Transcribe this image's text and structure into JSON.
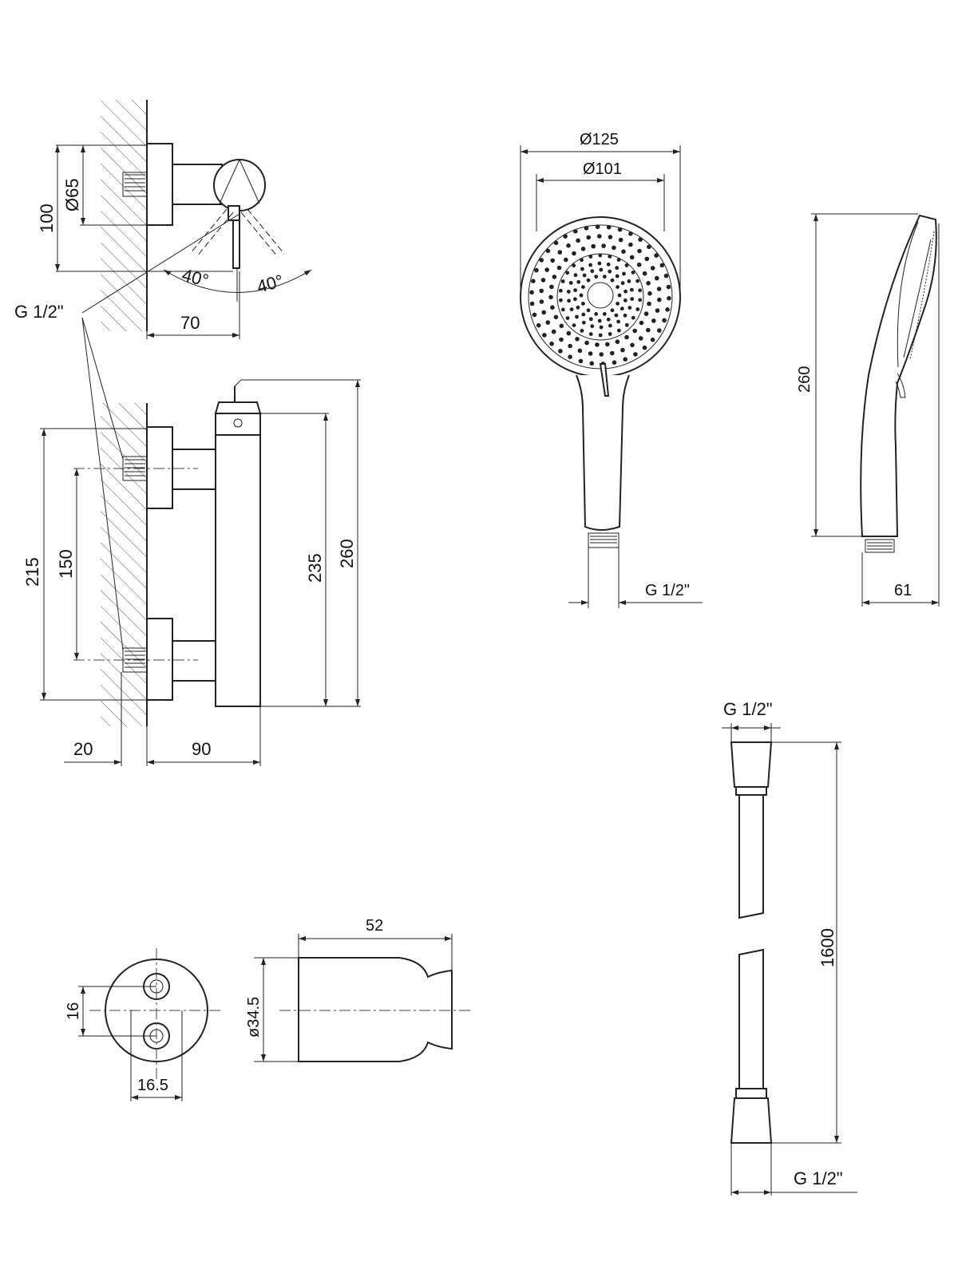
{
  "mixer": {
    "height_total": "100",
    "diameter": "Ø65",
    "angle_left": "40°",
    "angle_right": "40°",
    "thread": "G 1/2\"",
    "depth": "70",
    "span_outer": "215",
    "span_inner": "150",
    "height_body": "235",
    "height_full": "260",
    "wall_offset": "20",
    "projection": "90"
  },
  "hand_shower": {
    "head_outer": "Ø125",
    "head_inner": "Ø101",
    "length": "260",
    "thread": "G 1/2\"",
    "depth": "61"
  },
  "holder": {
    "hole_spacing": "16",
    "width": "16.5",
    "diameter": "ø34.5",
    "length": "52"
  },
  "hose": {
    "thread_top": "G 1/2\"",
    "length": "1600",
    "thread_bottom": "G 1/2\""
  }
}
